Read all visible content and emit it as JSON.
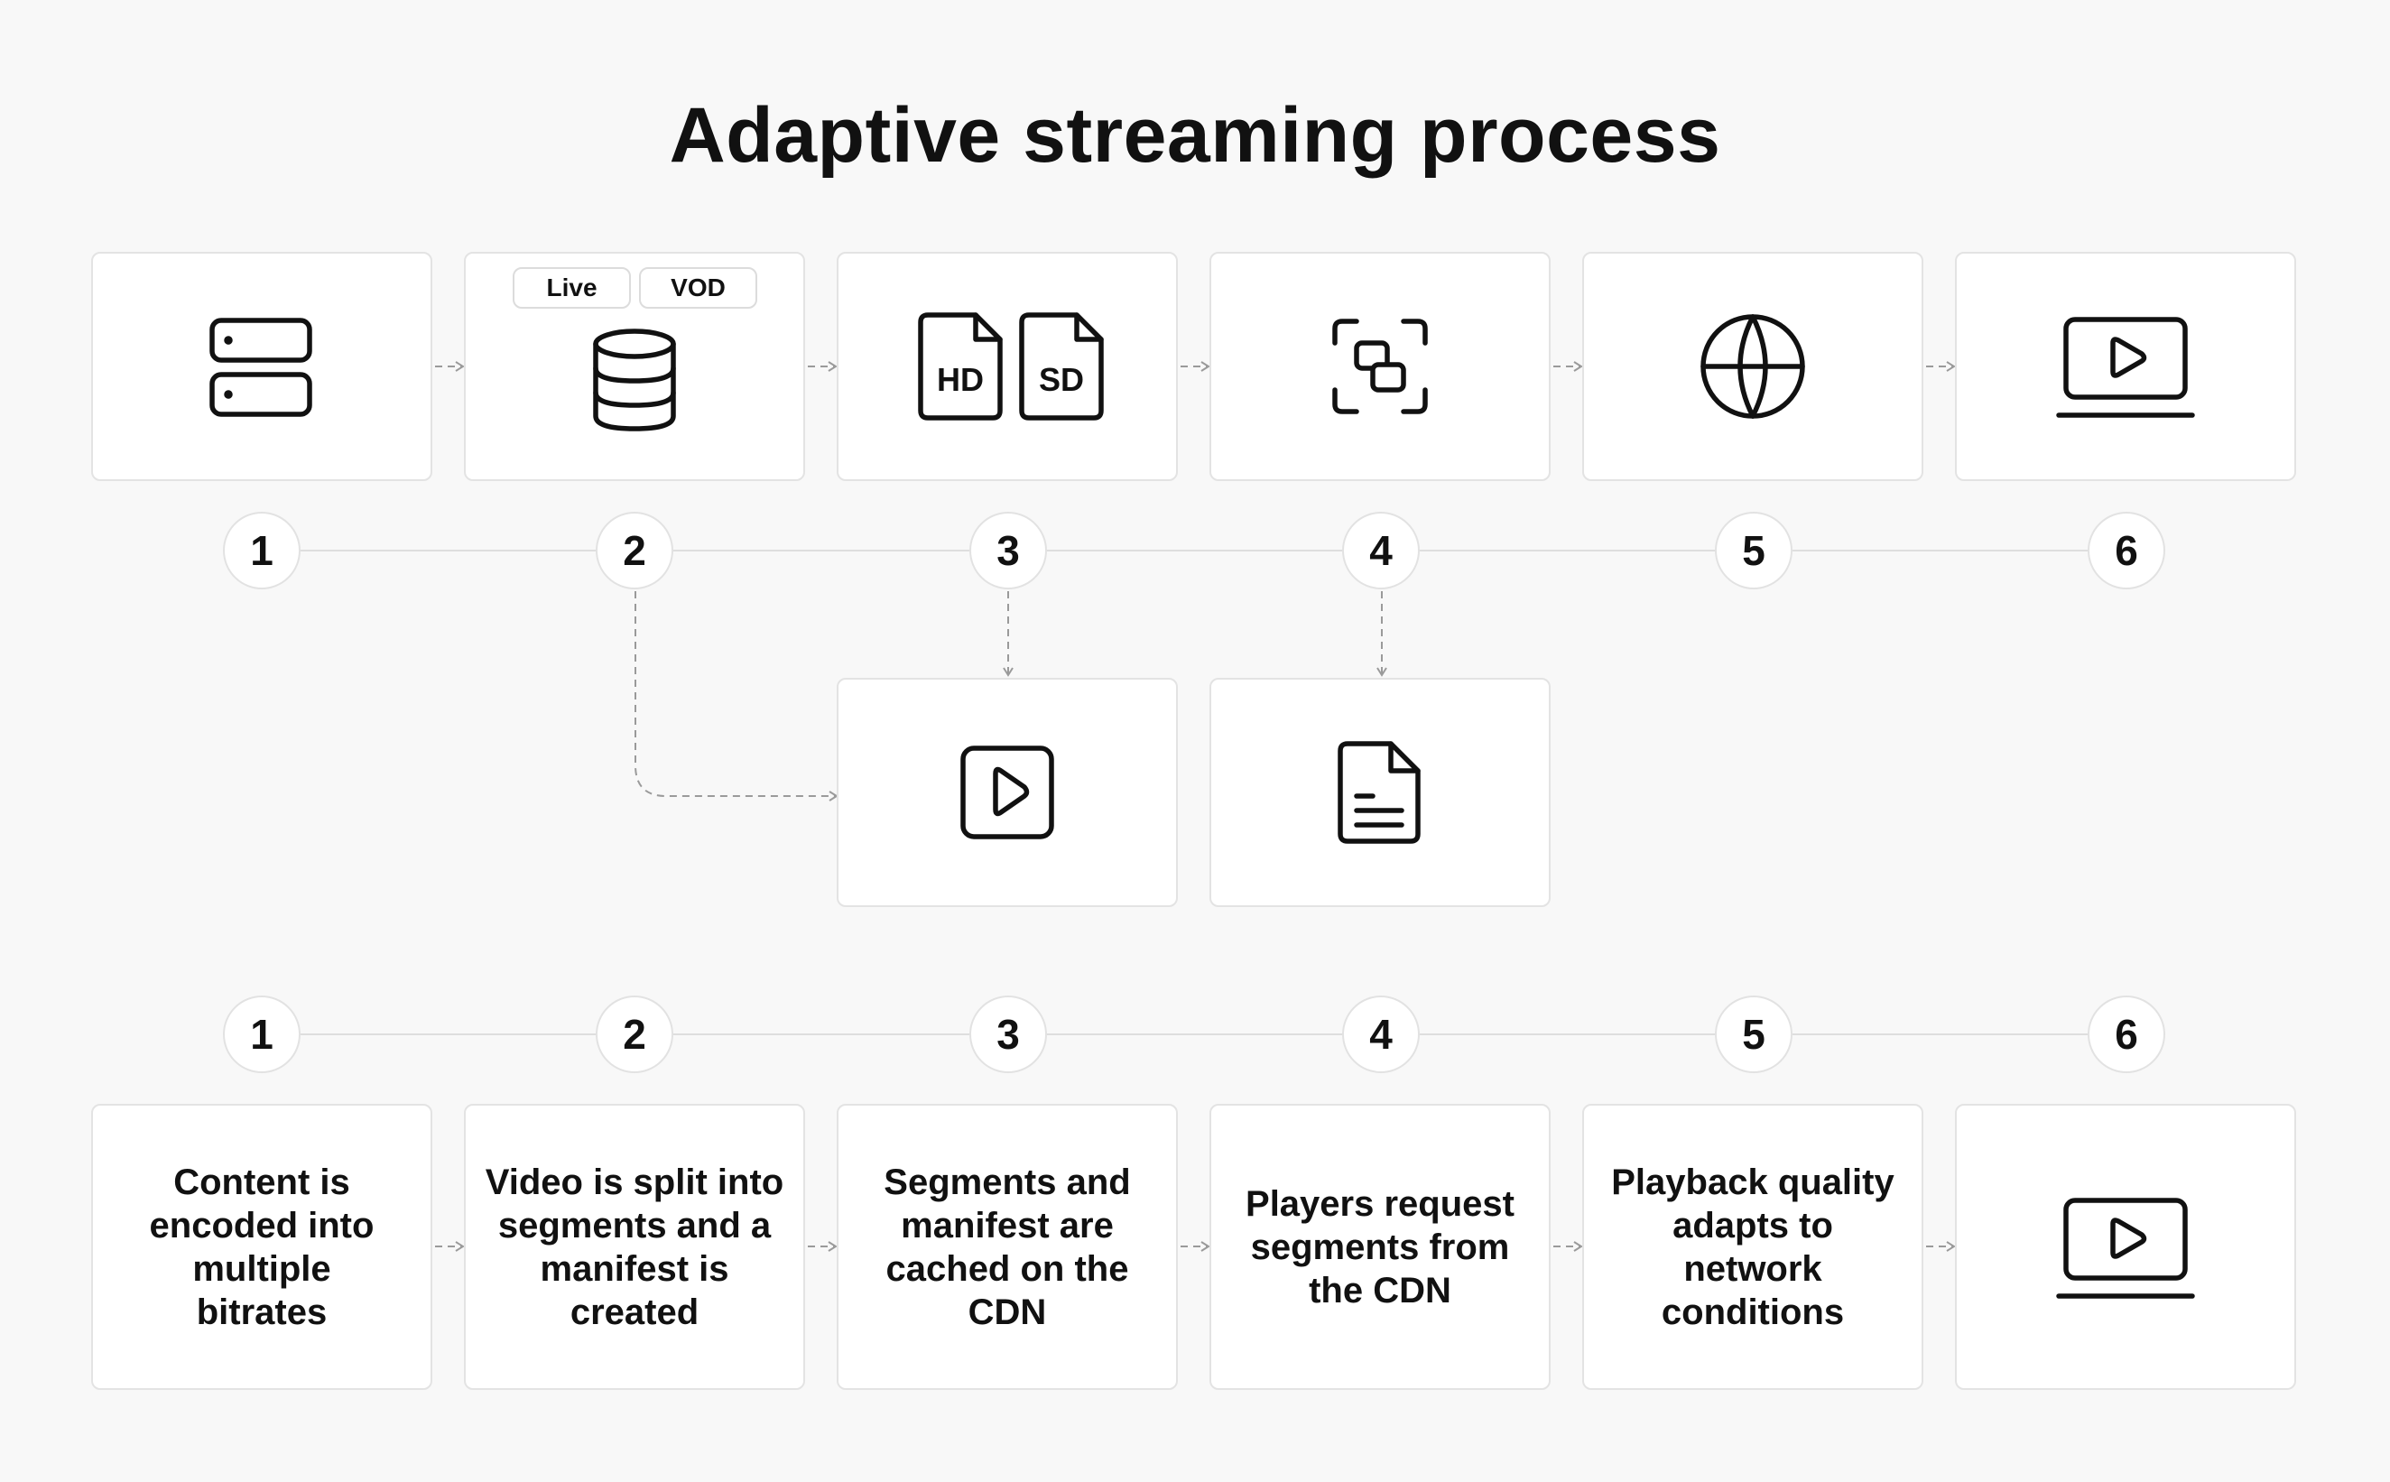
{
  "title": "Adaptive streaming process",
  "tags": {
    "live": "Live",
    "vod": "VOD"
  },
  "icons": {
    "top": [
      "server-icon",
      "database-icon",
      "hd-sd-files-icon",
      "segments-icon",
      "globe-icon",
      "laptop-play-icon"
    ],
    "middle": [
      "video-segment-icon",
      "manifest-file-icon"
    ],
    "bottom_last": "laptop-play-icon"
  },
  "top_labels": {
    "hd": "HD",
    "sd": "SD"
  },
  "steps_upper": [
    "1",
    "2",
    "3",
    "4",
    "5",
    "6"
  ],
  "steps_lower": [
    "1",
    "2",
    "3",
    "4",
    "5",
    "6"
  ],
  "descriptions": [
    "Content is encoded into multiple bitrates",
    "Video is split into segments and a manifest is created",
    "Segments and manifest are cached on the CDN",
    "Players request segments from the CDN",
    "Playback quality adapts to network conditions"
  ],
  "colors": {
    "background": "#f8f8f8",
    "card": "#ffffff",
    "border": "#e3e3e3",
    "connector": "#9a9a9a",
    "text": "#111111"
  }
}
